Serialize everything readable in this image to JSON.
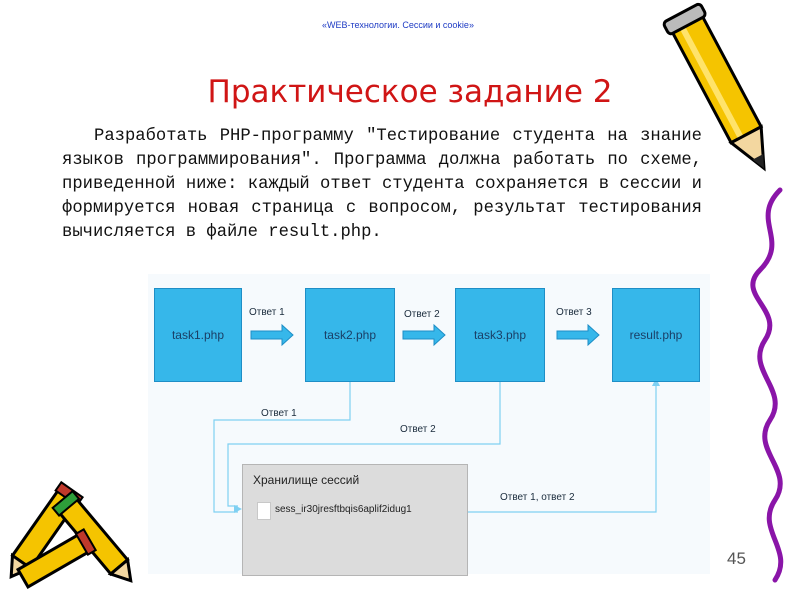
{
  "slide": {
    "header": "«WEB-технологии. Сессии и cookie»",
    "title": "Практическое задание 2",
    "body": "Разработать PHP-программу \"Тестирование студента на знание языков программирования\". Программа должна работать по схеме, приведенной ниже: каждый ответ студента сохраняется в сессии и формируется новая страница с вопросом, результат тестирования вычисляется в файле result.php.",
    "page_number": "45"
  },
  "diagram": {
    "boxes": [
      "task1.php",
      "task2.php",
      "task3.php",
      "result.php"
    ],
    "arrows": [
      "Ответ 1",
      "Ответ 2",
      "Ответ 3"
    ],
    "return_labels": [
      "Ответ 1",
      "Ответ 2"
    ],
    "storage": {
      "title": "Хранилище сессий",
      "file": "sess_ir30jresftbqis6aplif2idug1",
      "output_label": "Ответ 1, ответ 2"
    }
  },
  "colors": {
    "title": "#d01515",
    "header": "#1f3cc4",
    "box": "#36b7ea",
    "line": "#7fd0f2"
  }
}
